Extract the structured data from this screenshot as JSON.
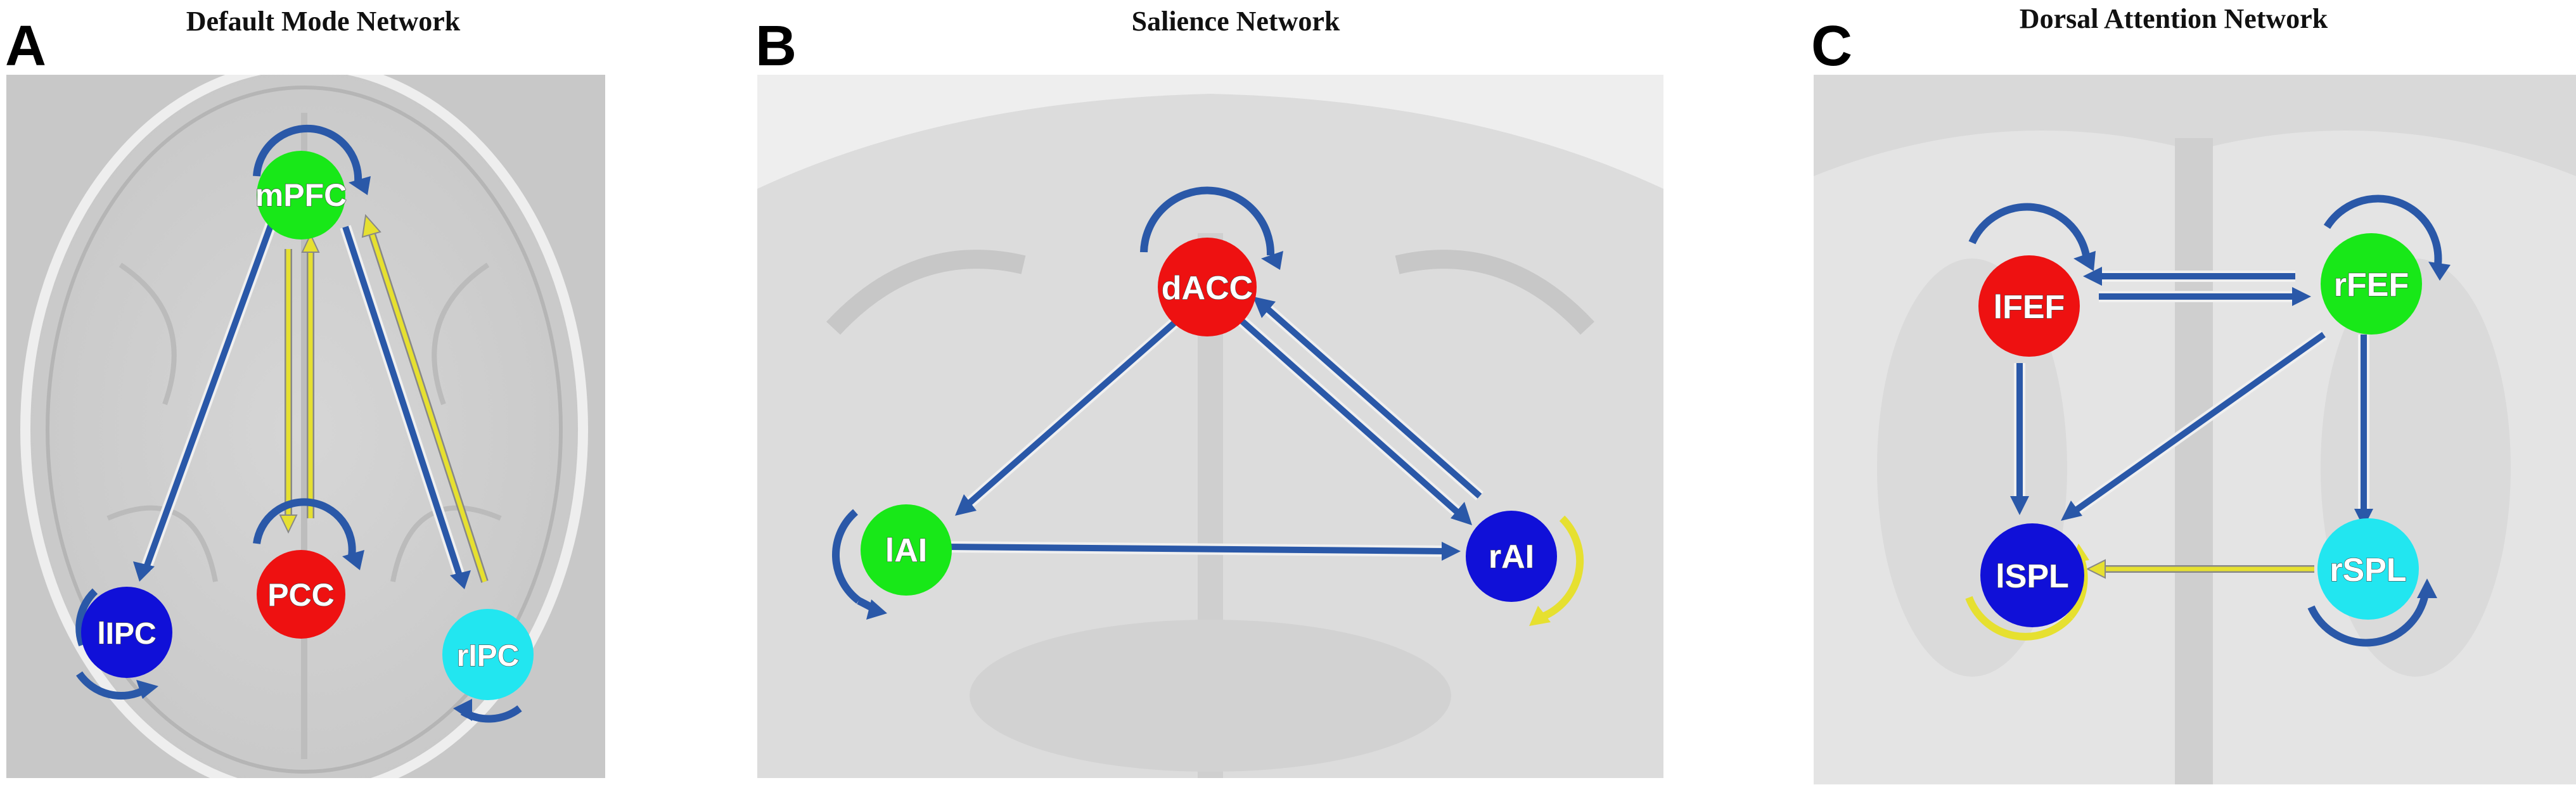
{
  "panels": [
    {
      "letter": "A",
      "title": "Default Mode Network",
      "nodes": [
        {
          "id": "mPFC",
          "label": "mPFC",
          "color": "#18e818"
        },
        {
          "id": "PCC",
          "label": "PCC",
          "color": "#ee1111"
        },
        {
          "id": "lIPC",
          "label": "lIPC",
          "color": "#1010d8"
        },
        {
          "id": "rIPC",
          "label": "rIPC",
          "color": "#22e6f0"
        }
      ]
    },
    {
      "letter": "B",
      "title": "Salience Network",
      "nodes": [
        {
          "id": "dACC",
          "label": "dACC",
          "color": "#ee1111"
        },
        {
          "id": "lAI",
          "label": "lAI",
          "color": "#18e818"
        },
        {
          "id": "rAI",
          "label": "rAI",
          "color": "#1010d8"
        }
      ]
    },
    {
      "letter": "C",
      "title": "Dorsal Attention Network",
      "nodes": [
        {
          "id": "lFEF",
          "label": "lFEF",
          "color": "#ee1111"
        },
        {
          "id": "rFEF",
          "label": "rFEF",
          "color": "#18e818"
        },
        {
          "id": "lSPL",
          "label": "lSPL",
          "color": "#1010d8"
        },
        {
          "id": "rSPL",
          "label": "rSPL",
          "color": "#22e6f0"
        }
      ]
    }
  ],
  "colors": {
    "blue_arrow": "#2a58a8",
    "yellow_arrow": "#e6e030",
    "background_gray": "#c9c9c9"
  }
}
